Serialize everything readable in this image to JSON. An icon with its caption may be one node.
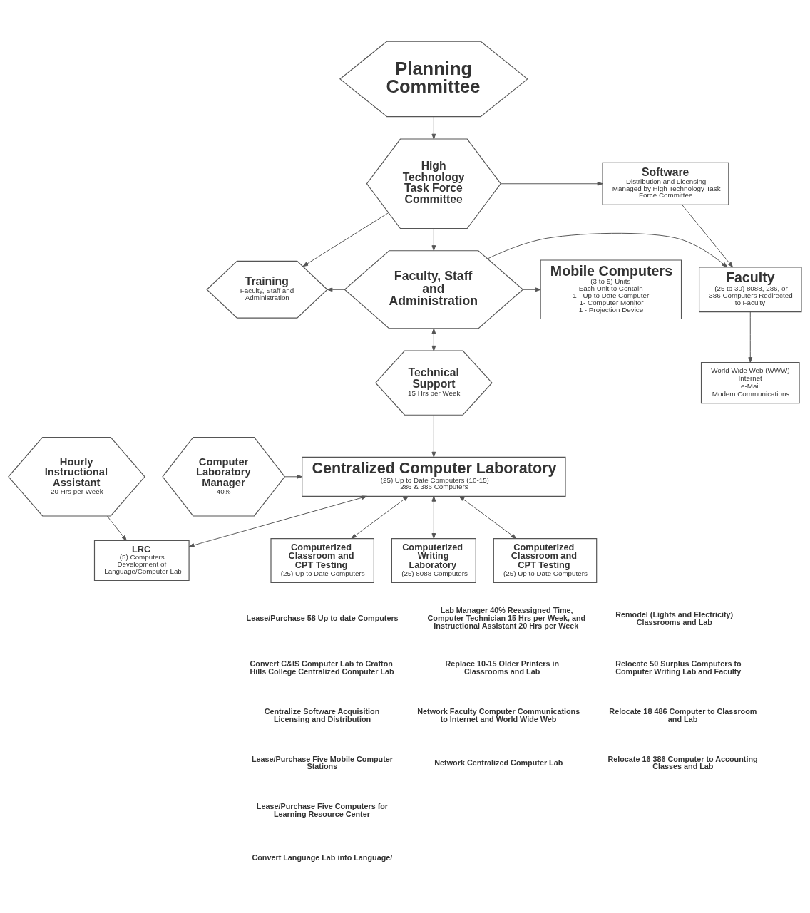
{
  "diagram": {
    "nodes": [
      {
        "text": [
          "Planning Committee"
        ]
      },
      {
        "text": [
          "High Technology Task Force Committee"
        ]
      },
      {
        "text": [
          "Software",
          "Distribution and Licensing Managed by High Technology Task Force Committee"
        ]
      },
      {
        "text": [
          "Training",
          "Faculty, Staff and Administration"
        ]
      },
      {
        "text": [
          "Mobile Computers",
          "(3 to 5) Units",
          "Each Unit to Contain",
          "1 - Up to Date Computer",
          "1- Computer Monitor",
          "1 - Projection Device"
        ]
      },
      {
        "text": [
          "Faculty, Staff and Administration"
        ]
      },
      {
        "text": [
          "Faculty",
          "(25 to 30) 8088, 286, or 386 Computers Redirected to Faculty"
        ]
      },
      {
        "text": [
          "World Wide Web (WWW)",
          "Internet",
          "e-Mail",
          "Modem Communications"
        ]
      },
      {
        "text": [
          "Technical Support",
          "15 Hrs per Week"
        ]
      },
      {
        "text": [
          "Computer Laboratory Manager",
          "40%"
        ]
      },
      {
        "text": [
          "Centralized Computer Laboratory",
          "(25) Up to Date Computers (10-15) 286 & 386 Computers"
        ]
      },
      {
        "text": [
          "Hourly Instructional Assistant",
          "20 Hrs per Week"
        ]
      },
      {
        "text": [
          "Computerized Classroom and CPT Testing",
          "(25) Up to Date Computers"
        ]
      },
      {
        "text": [
          "Computerized Classroom and CPT Testing",
          "(25) Up to Date Computers"
        ]
      },
      {
        "text": [
          "Computerized Writing Laboratory",
          "(25) 8088 Computers"
        ]
      },
      {
        "text": [
          "LRC",
          "(5) Computers",
          "Development of Language/Computer Lab"
        ]
      }
    ],
    "edges": [
      {
        "from": 0,
        "to": 1,
        "arrow": "to"
      },
      {
        "from": 1,
        "to": 2,
        "arrow": "to"
      },
      {
        "from": 1,
        "to": 3,
        "arrow": "to"
      },
      {
        "from": 1,
        "to": 5,
        "arrow": "to"
      },
      {
        "from": 2,
        "to": 6,
        "arrow": "to"
      },
      {
        "from": 5,
        "to": 4,
        "arrow": "to"
      },
      {
        "from": 5,
        "to": 3,
        "arrow": "to"
      },
      {
        "from": 5,
        "to": 6,
        "arrow": "to"
      },
      {
        "from": 6,
        "to": 7,
        "arrow": "to"
      },
      {
        "from": 5,
        "to": 8,
        "arrow": "both"
      },
      {
        "from": 8,
        "to": 10,
        "arrow": "to"
      },
      {
        "from": 9,
        "to": 10,
        "arrow": "to"
      },
      {
        "from": 10,
        "to": 12,
        "arrow": "both"
      },
      {
        "from": 10,
        "to": 13,
        "arrow": "both"
      },
      {
        "from": 10,
        "to": 14,
        "arrow": "both"
      },
      {
        "from": 10,
        "to": 15,
        "arrow": "both"
      },
      {
        "from": 11,
        "to": 15,
        "arrow": "to"
      }
    ],
    "labels": [
      "Lease/Purchase 58 Up to date Computers",
      "Convert C&IS Computer Lab to Crafton Hills College Centralized Computer Lab",
      "Centralize Software Acquisition Licensing and Distribution",
      "Lease/Purchase Five Mobile Computer Stations",
      "Lease/Purchase Five Computers for Learning Resource Center",
      "Convert Language Lab into Language/",
      "Lab Manager 40% Reassigned Time, Computer Technician 15 Hrs per Week, and Instructional Assistant 20 Hrs per Week",
      "Replace 10-15 Older Printers in Classrooms and Lab",
      "Network Faculty Computer Communications to Internet and World Wide Web",
      "Network Centralized Computer Lab",
      "Remodel (Lights and Electricity) Classrooms and Lab",
      "Relocate 50 Surplus Computers to Computer Writing Lab and Faculty",
      "Relocate 18 486 Computer to Classroom and Lab",
      "Relocate 16 386 Computer to Accounting Classes and Lab"
    ]
  }
}
